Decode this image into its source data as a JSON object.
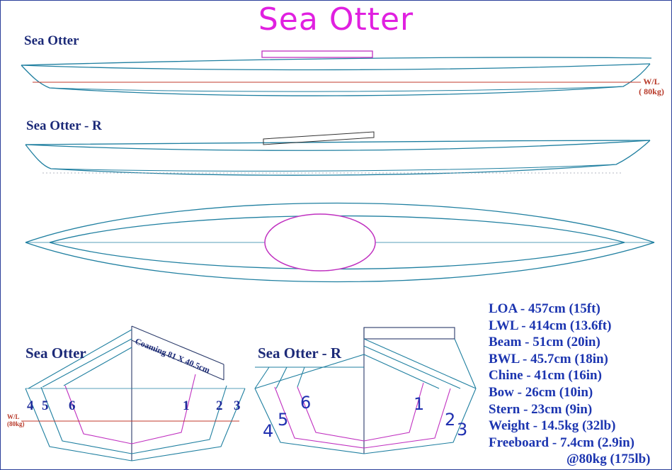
{
  "title": "Sea Otter",
  "views": {
    "side_label": "Sea Otter",
    "side_r_label": "Sea Otter - R",
    "waterline_label": "W/L",
    "waterline_weight": "( 80kg)"
  },
  "sections": {
    "left_label": "Sea Otter",
    "right_label": "Sea Otter - R",
    "coaming": "Coaming 81 X 40.5cm",
    "wl_label": "W/L",
    "wl_weight": "(80kg)",
    "left_numbers": [
      "4",
      "5",
      "6",
      "1",
      "2",
      "3"
    ],
    "right_numbers": [
      "4",
      "5",
      "6",
      "1",
      "2",
      "3"
    ]
  },
  "specs": [
    "LOA -  457cm (15ft)",
    "LWL -  414cm (13.6ft)",
    "Beam -  51cm (20in)",
    "BWL - 45.7cm (18in)",
    "Chine -  41cm (16in)",
    "Bow -  26cm (10in)",
    "Stern -  23cm (9in)",
    "Weight -  14.5kg (32lb)",
    "Freeboard -  7.4cm (2.9in)",
    "@80kg (175lb)"
  ],
  "colors": {
    "hull_line": "#1f7fa0",
    "title": "#e020e0",
    "coaming": "#c030c0",
    "waterline": "#c0392b",
    "labels": "#1c2a78",
    "specs": "#1c35b0"
  }
}
